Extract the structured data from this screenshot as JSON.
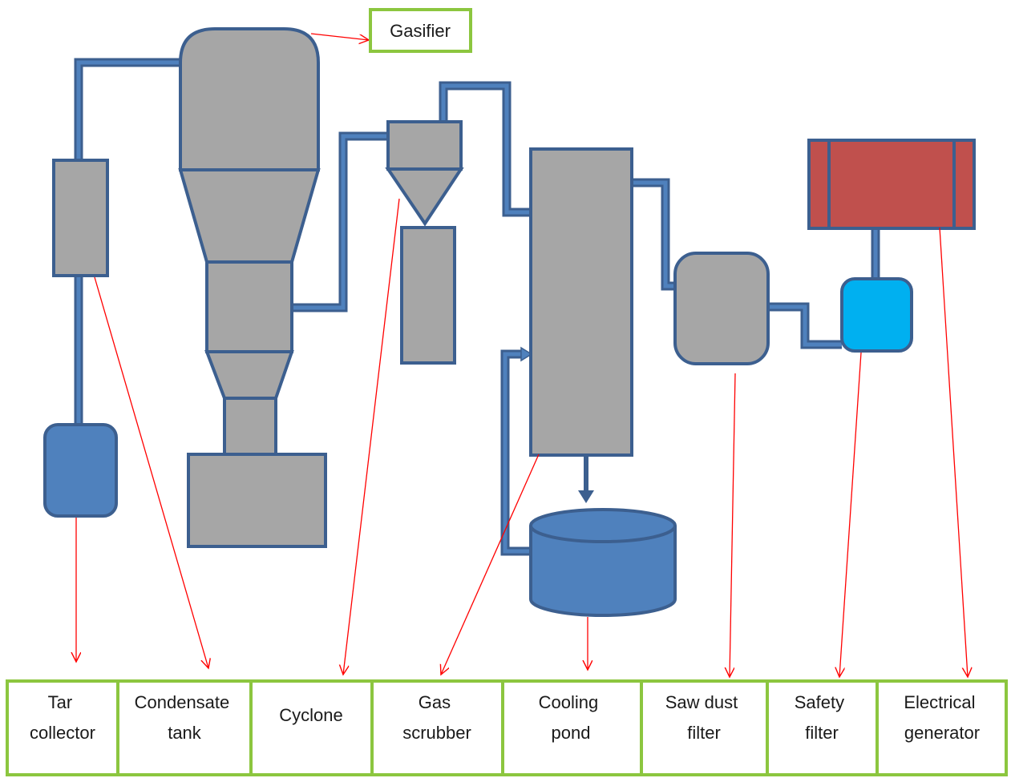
{
  "title_label": "Gasifier",
  "labels": [
    {
      "id": "tar-collector",
      "lines": [
        "Tar",
        "collector"
      ]
    },
    {
      "id": "condensate-tank",
      "lines": [
        "Condensate",
        "tank"
      ]
    },
    {
      "id": "cyclone",
      "lines": [
        "Cyclone"
      ]
    },
    {
      "id": "gas-scrubber",
      "lines": [
        "Gas",
        "scrubber"
      ]
    },
    {
      "id": "cooling-pond",
      "lines": [
        "Cooling",
        "pond"
      ]
    },
    {
      "id": "saw-dust-filter",
      "lines": [
        "Saw dust",
        "filter"
      ]
    },
    {
      "id": "safety-filter",
      "lines": [
        "Safety",
        "filter"
      ]
    },
    {
      "id": "electrical-generator",
      "lines": [
        "Electrical",
        "generator"
      ]
    }
  ],
  "colors": {
    "equipment_gray": "#a6a6a6",
    "outline_blue": "#3c5f8f",
    "pipe_blue": "#4f81bd",
    "tank_blue": "#4f81bd",
    "safety_filter_cyan": "#00b0f0",
    "generator_red": "#c0504d",
    "label_border_green": "#8cc63f",
    "pointer_red": "#ff0000"
  }
}
